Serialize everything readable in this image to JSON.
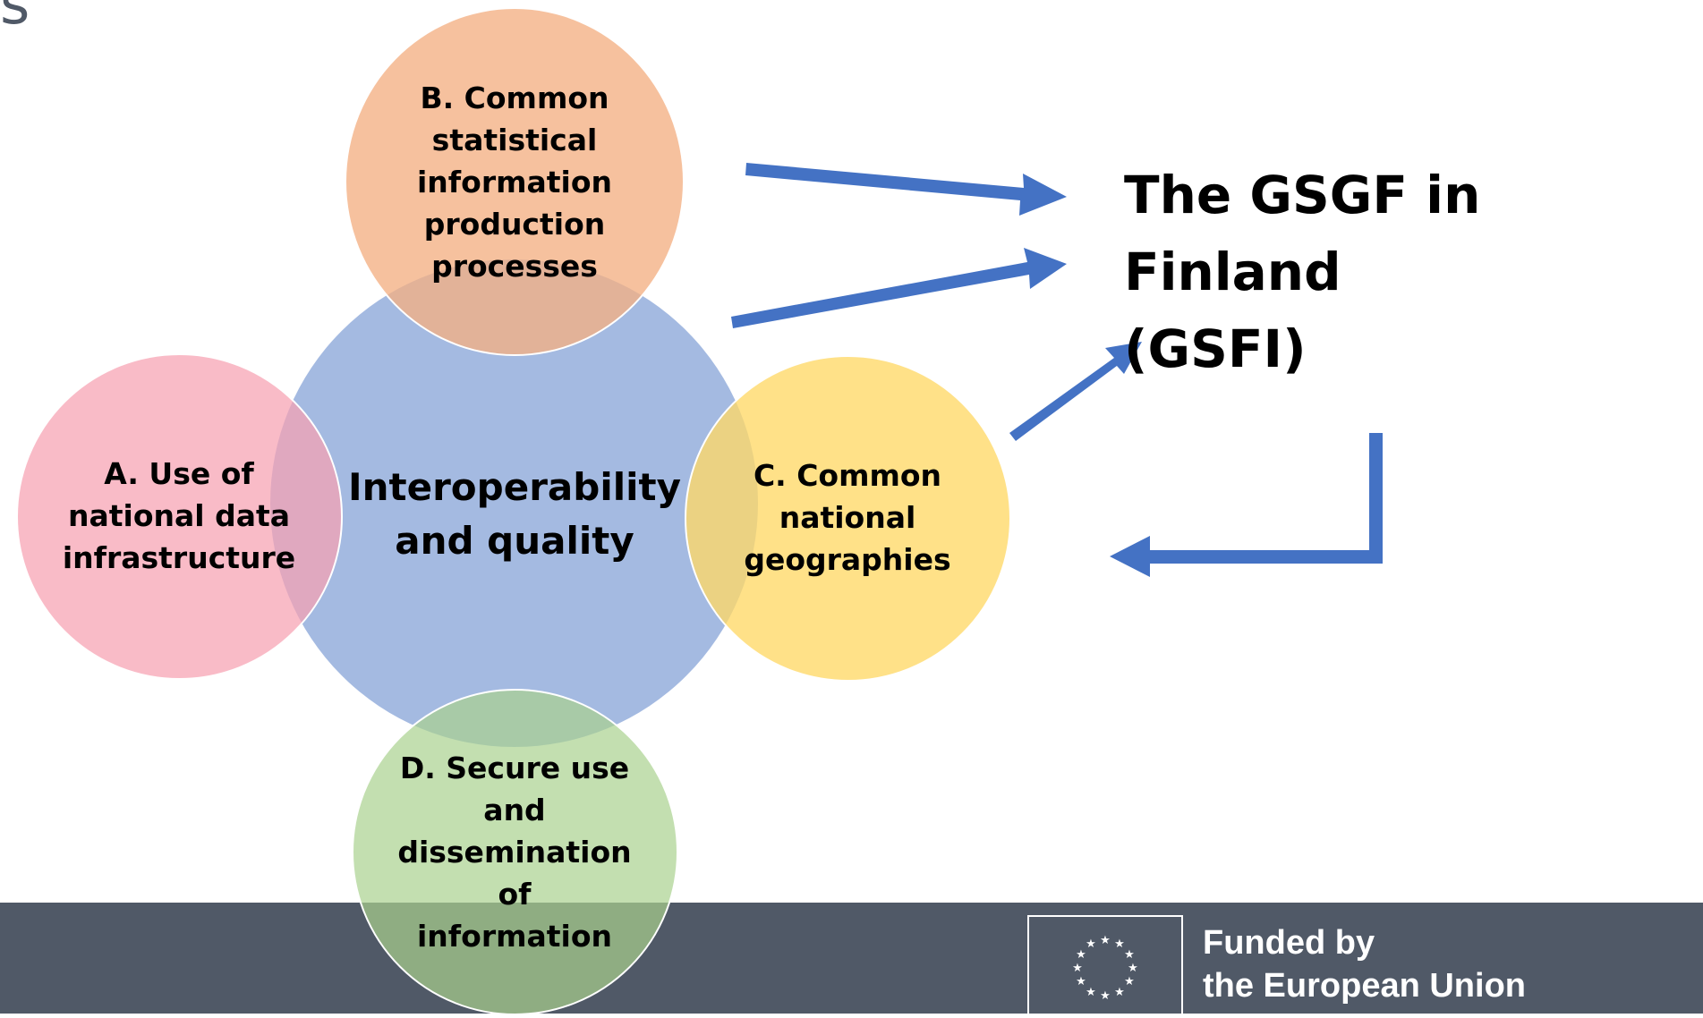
{
  "partial_heading": "s",
  "center": {
    "label": "Interoperability\nand quality",
    "color": "#9fb6df"
  },
  "circle_a": {
    "label": "A. Use of\nnational data\ninfrastructure",
    "color": "#f7a1b2"
  },
  "circle_b": {
    "label": "B. Common\nstatistical\ninformation\nproduction\nprocesses",
    "color": "#f4b083"
  },
  "circle_c": {
    "label": "C. Common\nnational\ngeographies",
    "color": "#ffd966"
  },
  "circle_d": {
    "label": "D. Secure use\nand\ndissemination\nof\ninformation",
    "color": "#a9d18e"
  },
  "title": "The GSGF in Finland\n(GSFI)",
  "arrow_color": "#4472c4",
  "footer": {
    "funded": "Funded by\nthe European Union",
    "color": "#505967"
  }
}
